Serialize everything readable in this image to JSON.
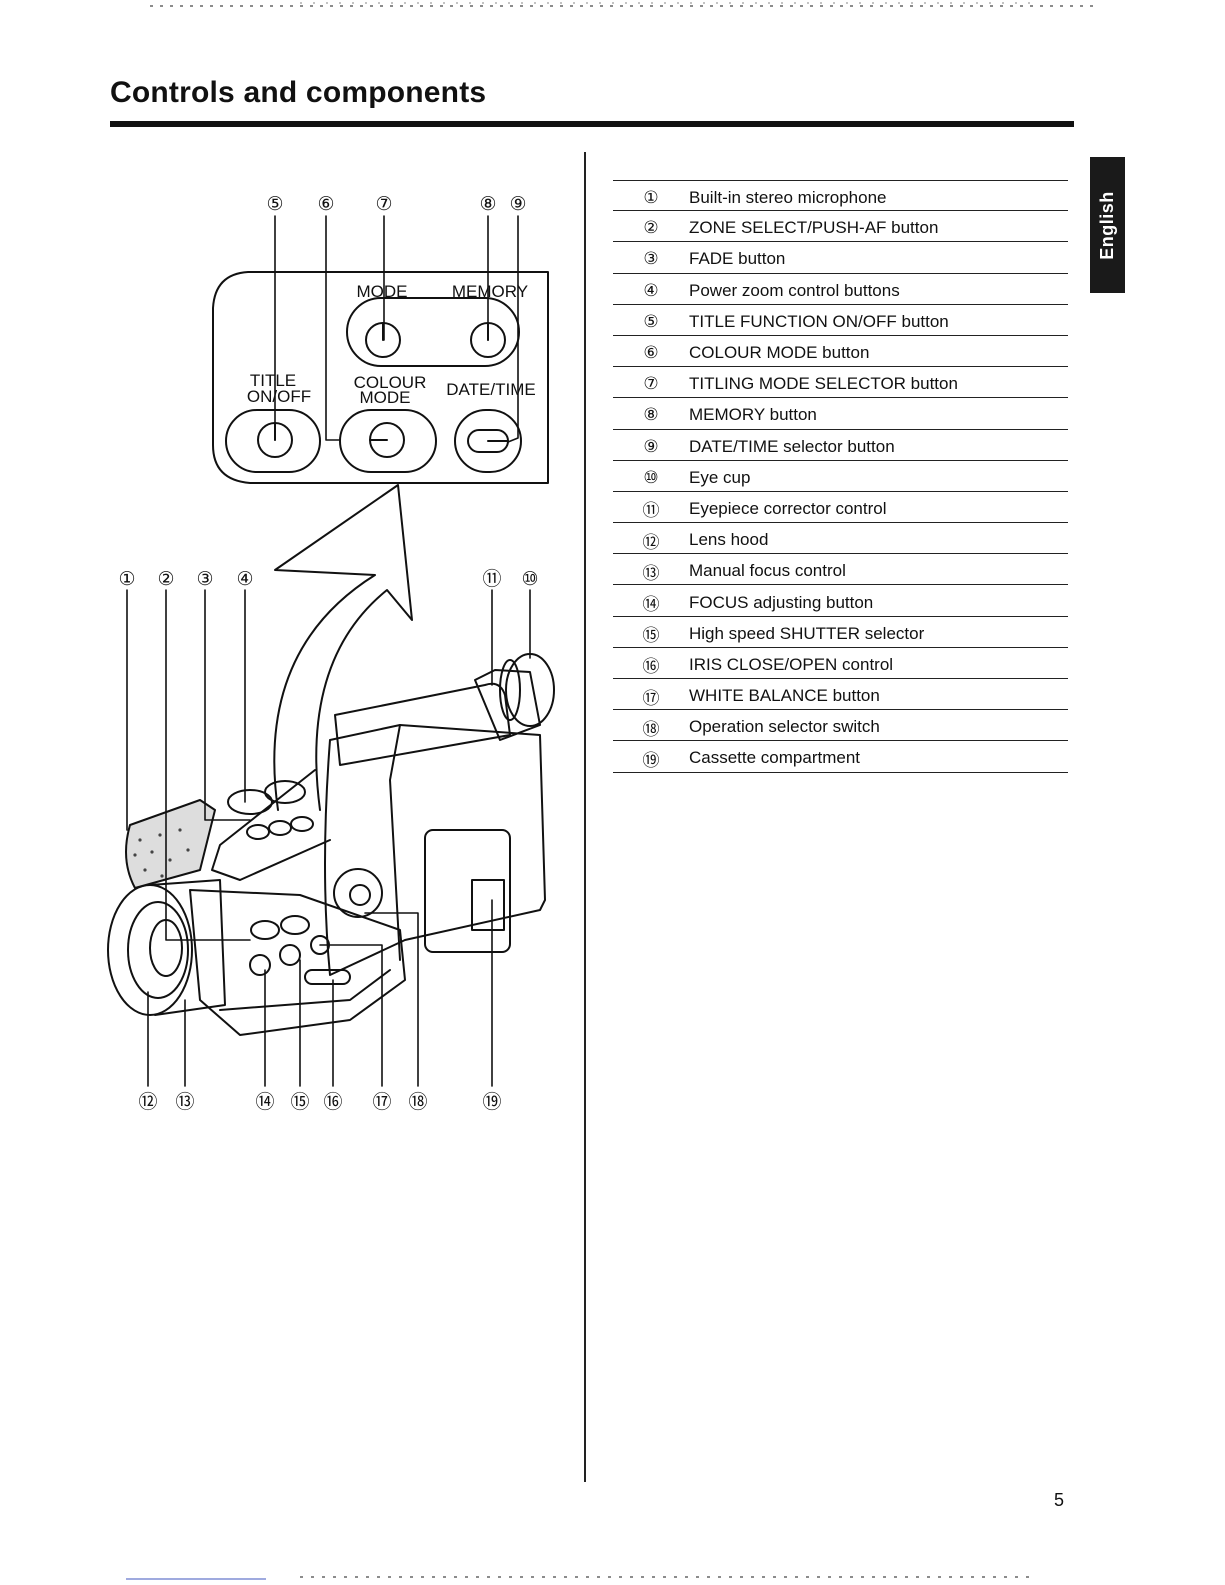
{
  "page": {
    "title": "Controls and components",
    "language_tab": "English",
    "page_number": "5"
  },
  "panel_labels": {
    "mode": "MODE",
    "memory": "MEMORY",
    "title_line1": "TITLE",
    "title_line2": "ON/OFF",
    "colour_line1": "COLOUR",
    "colour_line2": "MODE",
    "date_time": "DATE/TIME"
  },
  "callouts": {
    "n1": "①",
    "n2": "②",
    "n3": "③",
    "n4": "④",
    "n5": "⑤",
    "n6": "⑥",
    "n7": "⑦",
    "n8": "⑧",
    "n9": "⑨",
    "n10": "⑩",
    "n11": "⑪",
    "n12": "⑫",
    "n13": "⑬",
    "n14": "⑭",
    "n15": "⑮",
    "n16": "⑯",
    "n17": "⑰",
    "n18": "⑱",
    "n19": "⑲"
  },
  "parts": [
    {
      "num": "①",
      "label": "Built-in stereo microphone"
    },
    {
      "num": "②",
      "label": "ZONE SELECT/PUSH-AF button"
    },
    {
      "num": "③",
      "label": "FADE button"
    },
    {
      "num": "④",
      "label": "Power zoom control buttons"
    },
    {
      "num": "⑤",
      "label": "TITLE FUNCTION ON/OFF button"
    },
    {
      "num": "⑥",
      "label": "COLOUR MODE button"
    },
    {
      "num": "⑦",
      "label": "TITLING MODE SELECTOR button"
    },
    {
      "num": "⑧",
      "label": "MEMORY button"
    },
    {
      "num": "⑨",
      "label": "DATE/TIME selector button"
    },
    {
      "num": "⑩",
      "label": "Eye cup"
    },
    {
      "num": "⑪",
      "label": "Eyepiece corrector control"
    },
    {
      "num": "⑫",
      "label": "Lens hood"
    },
    {
      "num": "⑬",
      "label": "Manual focus control"
    },
    {
      "num": "⑭",
      "label": "FOCUS adjusting button"
    },
    {
      "num": "⑮",
      "label": "High speed SHUTTER selector"
    },
    {
      "num": "⑯",
      "label": "IRIS CLOSE/OPEN control"
    },
    {
      "num": "⑰",
      "label": "WHITE BALANCE button"
    },
    {
      "num": "⑱",
      "label": "Operation selector switch"
    },
    {
      "num": "⑲",
      "label": "Cassette compartment"
    }
  ]
}
